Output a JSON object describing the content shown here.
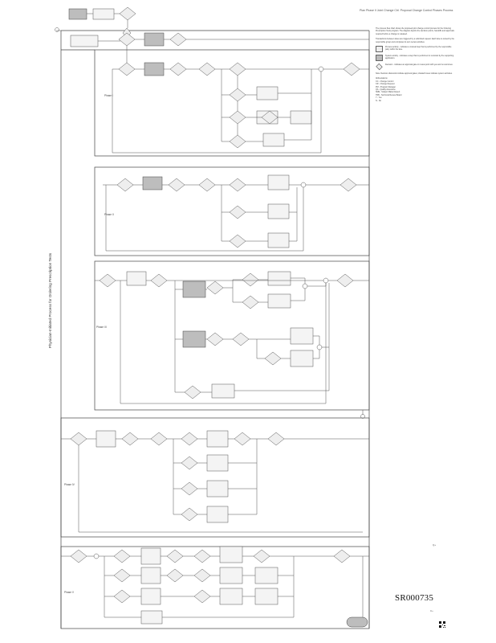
{
  "header": {
    "text": "Plan    Phase II Joint Change Ctrl.   Proposal Change Control Phases Process"
  },
  "side_title": "Physician-Initiated Process for Ordering Prescription Tests",
  "notes": {
    "paragraphs": [
      "The process flow chart shows the proposed joint change control process for the Ordering Prescription Tests program. The diagram depicts the decision points, handoffs and approvals required before a change is released.",
      "Transactions between lanes are triggered by a submitted request. Each lane is owned by the responsible group and completes its own review activities.",
      "Note: Decision diamonds indicate approval gates; shaded boxes indicate system activities."
    ],
    "legend": [
      {
        "shape": "box",
        "text": "Process activity - indicates a manual step that is performed by the responsible party within the lane."
      },
      {
        "shape": "dark",
        "text": "System activity - indicates a step that is performed or recorded by the supporting application."
      },
      {
        "shape": "diamond",
        "text": "Decision - indicates an approval gate or review point with yes and no outcomes."
      }
    ],
    "abbreviations": [
      "Abbreviations:",
      "CC - Change Control",
      "CR - Change Request",
      "PM - Program Manager",
      "QA - Quality Assurance",
      "SME - Subject Matter Expert",
      "TRB - Technical Review Board",
      "Y - Yes",
      "N - No"
    ]
  },
  "lanes": [
    {
      "label": "Phase I"
    },
    {
      "label": "Phase II"
    },
    {
      "label": "Phase III"
    },
    {
      "label": "Phase IV"
    },
    {
      "label": "Phase V"
    }
  ],
  "bates": "SR000735",
  "tiny_marks": [
    "Q+",
    "C+"
  ]
}
